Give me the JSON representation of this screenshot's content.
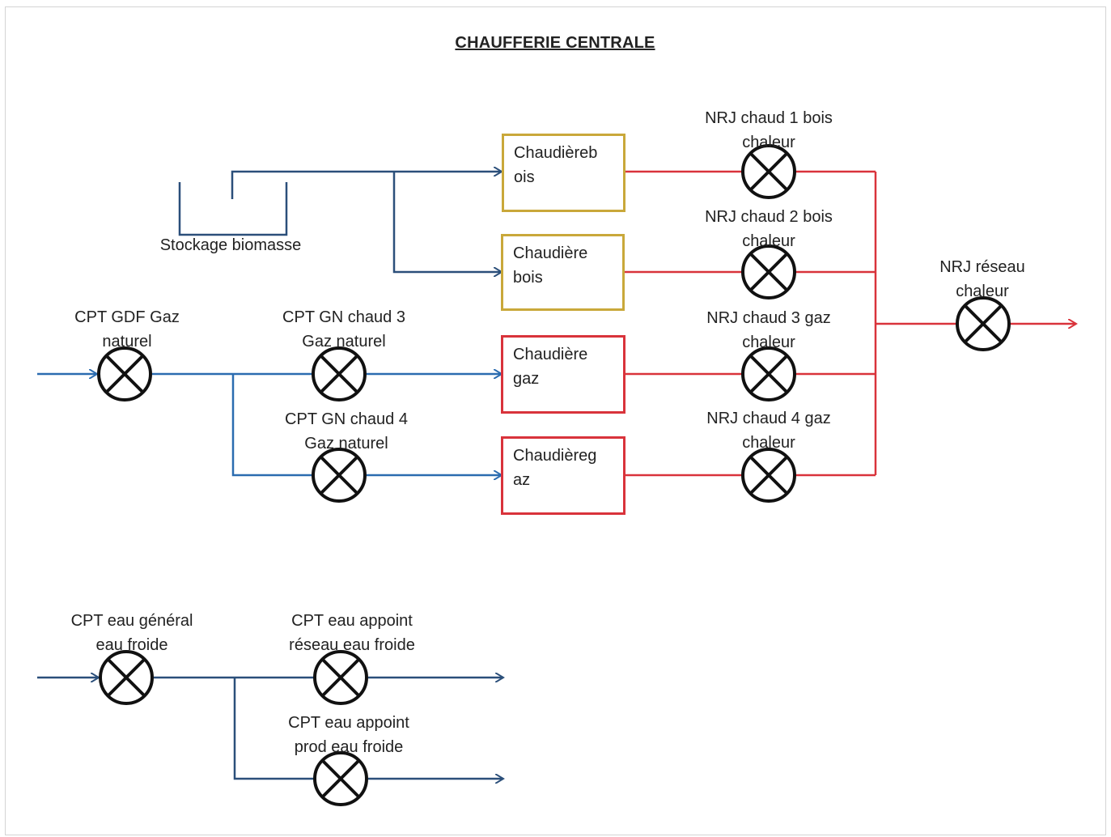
{
  "title": "CHAUFFERIE CENTRALE",
  "storage": {
    "label": "Stockage biomasse"
  },
  "boilers": [
    {
      "label": "Chaudièreb\nois",
      "fuel": "bois"
    },
    {
      "label": "Chaudière\nbois",
      "fuel": "bois"
    },
    {
      "label": "Chaudière\ngaz",
      "fuel": "gaz"
    },
    {
      "label": "Chaudièreg\naz",
      "fuel": "gaz"
    }
  ],
  "gas_meters": {
    "main": "CPT GDF Gaz\nnaturel",
    "chaud3": "CPT GN chaud 3\nGaz naturel",
    "chaud4": "CPT GN chaud 4\nGaz naturel"
  },
  "heat_meters": {
    "chaud1": "NRJ chaud 1 bois\nchaleur",
    "chaud2": "NRJ chaud 2 bois\nchaleur",
    "chaud3": "NRJ chaud 3 gaz\nchaleur",
    "chaud4": "NRJ chaud 4 gaz\nchaleur",
    "network": "NRJ réseau\nchaleur"
  },
  "water_meters": {
    "main": "CPT eau général\neau froide",
    "network": "CPT eau appoint\nréseau eau froide",
    "prod": "CPT eau appoint\nprod eau froide"
  },
  "colors": {
    "bois_box": "#c9a83a",
    "gaz_box": "#d9333b",
    "supply_line": "#2b6cb0",
    "heat_line": "#d9333b",
    "water_line": "#2b4f7a",
    "meter": "#111111"
  }
}
